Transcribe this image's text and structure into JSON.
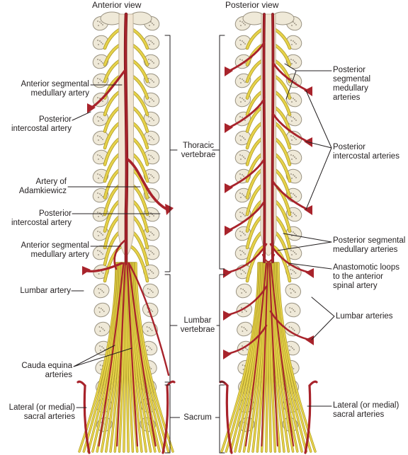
{
  "views": {
    "anterior": "Anterior view",
    "posterior": "Posterior view"
  },
  "anterior_labels": {
    "segmental_medullary_upper": [
      "Anterior segmental",
      "medullary artery"
    ],
    "posterior_intercostal_upper": [
      "Posterior",
      "intercostal artery"
    ],
    "adamkiewicz": [
      "Artery of",
      "Adamkiewicz"
    ],
    "posterior_intercostal_lower": [
      "Posterior",
      "intercostal artery"
    ],
    "segmental_medullary_lower": [
      "Anterior segmental",
      "medullary artery"
    ],
    "lumbar_artery": "Lumbar artery",
    "cauda_equina": [
      "Cauda equina",
      "arteries"
    ],
    "sacral": [
      "Lateral (or medial)",
      "sacral arteries"
    ]
  },
  "regions": {
    "thoracic": [
      "Thoracic",
      "vertebrae"
    ],
    "lumbar": [
      "Lumbar",
      "vertebrae"
    ],
    "sacrum": "Sacrum"
  },
  "posterior_labels": {
    "segmental_medullary": [
      "Posterior",
      "segmental",
      "medullary",
      "arteries"
    ],
    "intercostal": [
      "Posterior",
      "intercostal arteries"
    ],
    "segmental_medullary_lower": [
      "Posterior segmental",
      "medullary arteries"
    ],
    "anastomotic": [
      "Anastomotic loops",
      "to the anterior",
      "spinal artery"
    ],
    "lumbar": "Lumbar arteries",
    "sacral": [
      "Lateral (or medial)",
      "sacral arteries"
    ]
  },
  "colors": {
    "artery": "#a8232b",
    "artery_dark": "#6e1016",
    "nerve": "#e6d24a",
    "nerve_dark": "#a89522",
    "cord": "#f1e5d2",
    "vertebra": "#efe9d8",
    "vertebra_edge": "#9a9382",
    "leader": "#231f20"
  }
}
